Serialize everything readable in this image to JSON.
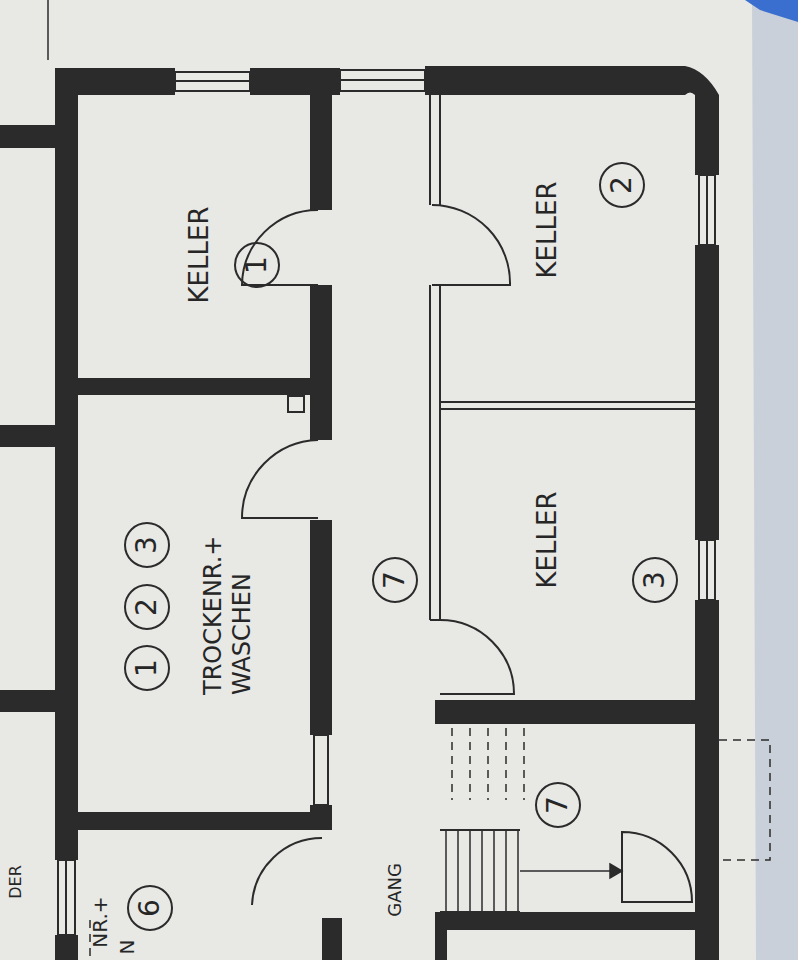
{
  "diagram": {
    "nodes": [
      {
        "text": [
          "KELLER"
        ]
      },
      {
        "text": [
          "1"
        ],
        "in": 0
      },
      {
        "text": [
          "KELLER"
        ]
      },
      {
        "text": [
          "2"
        ],
        "in": 2
      },
      {
        "text": [
          "TROCKENR.+ WASCHEN"
        ]
      },
      {
        "text": [
          "1"
        ],
        "in": 4
      },
      {
        "text": [
          "2"
        ],
        "in": 4
      },
      {
        "text": [
          "3"
        ],
        "in": 4
      },
      {
        "text": [
          "KELLER"
        ]
      },
      {
        "text": [
          "3"
        ],
        "in": 8
      },
      {
        "text": [
          "GANG"
        ]
      },
      {
        "text": [
          "7"
        ],
        "in": 10
      },
      {
        "text": [
          "7"
        ]
      },
      {
        "text": [
          "6"
        ]
      }
    ],
    "labels": [
      "NR.+",
      "N",
      "DER"
    ]
  }
}
